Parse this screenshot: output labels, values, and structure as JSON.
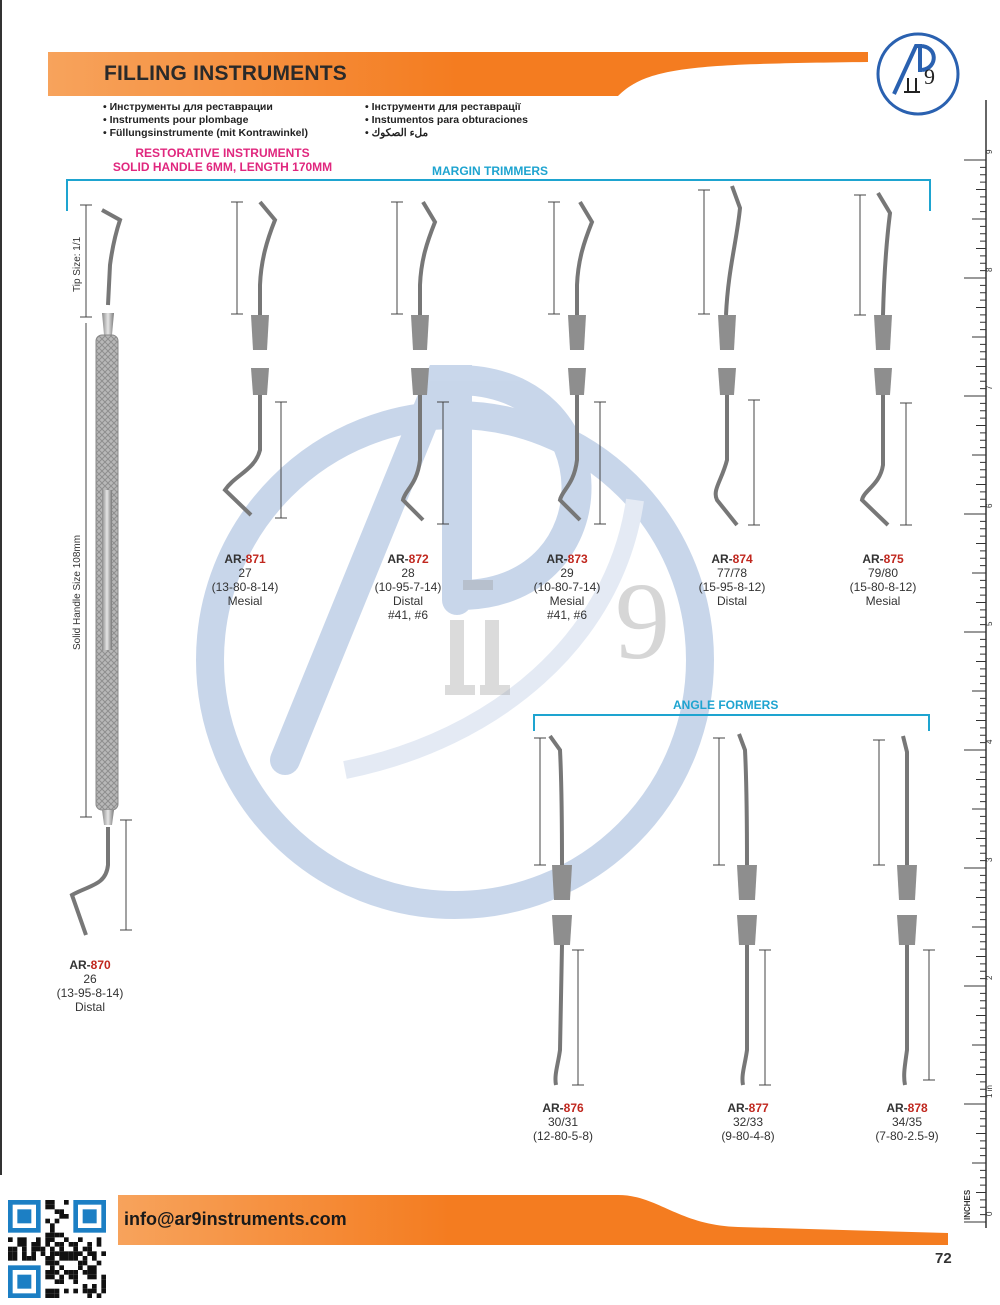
{
  "header": {
    "title": "FILLING INSTRUMENTS",
    "languages_left": [
      "Инструменты для реставрации",
      "Instruments pour plombage",
      "Füllungsinstrumente (mit Kontrawinkel)"
    ],
    "languages_right": [
      "Інструменти для реставрації",
      "Instumentos para obturaciones",
      "ملء الصكوك"
    ],
    "subtitle_line1": "RESTORATIVE INSTRUMENTS",
    "subtitle_line2": "SOLID HANDLE 6MM, LENGTH 170MM"
  },
  "groups": {
    "margin_trimmers": "MARGIN TRIMMERS",
    "angle_formers": "ANGLE FORMERS"
  },
  "side_labels": {
    "tip_size": "Tip Size: 1/1",
    "handle_size": "Solid Handle Size 108mm"
  },
  "items": [
    {
      "prefix": "AR-",
      "number": "870",
      "size": "26",
      "spec": "(13-95-8-14)",
      "type": "Distal",
      "extra": ""
    },
    {
      "prefix": "AR-",
      "number": "871",
      "size": "27",
      "spec": "(13-80-8-14)",
      "type": "Mesial",
      "extra": ""
    },
    {
      "prefix": "AR-",
      "number": "872",
      "size": "28",
      "spec": "(10-95-7-14)",
      "type": "Distal",
      "extra": "#41, #6"
    },
    {
      "prefix": "AR-",
      "number": "873",
      "size": "29",
      "spec": "(10-80-7-14)",
      "type": "Mesial",
      "extra": "#41, #6"
    },
    {
      "prefix": "AR-",
      "number": "874",
      "size": "77/78",
      "spec": "(15-95-8-12)",
      "type": "Distal",
      "extra": ""
    },
    {
      "prefix": "AR-",
      "number": "875",
      "size": "79/80",
      "spec": "(15-80-8-12)",
      "type": "Mesial",
      "extra": ""
    },
    {
      "prefix": "AR-",
      "number": "876",
      "size": "30/31",
      "spec": "(12-80-5-8)",
      "type": "",
      "extra": ""
    },
    {
      "prefix": "AR-",
      "number": "877",
      "size": "32/33",
      "spec": "(9-80-4-8)",
      "type": "",
      "extra": ""
    },
    {
      "prefix": "AR-",
      "number": "878",
      "size": "34/35",
      "spec": "(7-80-2.5-9)",
      "type": "",
      "extra": ""
    }
  ],
  "ruler": {
    "unit_label": "INCHES",
    "marks": [
      "0",
      "1 in",
      "2",
      "3",
      "4",
      "5",
      "6",
      "7",
      "8",
      "9"
    ]
  },
  "footer": {
    "email": "info@ar9instruments.com",
    "page_number": "72"
  },
  "colors": {
    "accent_orange": "#f47c20",
    "group_blue": "#1ea4d0",
    "subtitle_pink": "#e0277e",
    "code_red": "#c0271e",
    "watermark_blue": "#3d6fb6"
  },
  "logo_icon": "ar9-logo-icon",
  "watermark_icon": "ar9-watermark-icon",
  "qr_icon": "qr-code-icon"
}
